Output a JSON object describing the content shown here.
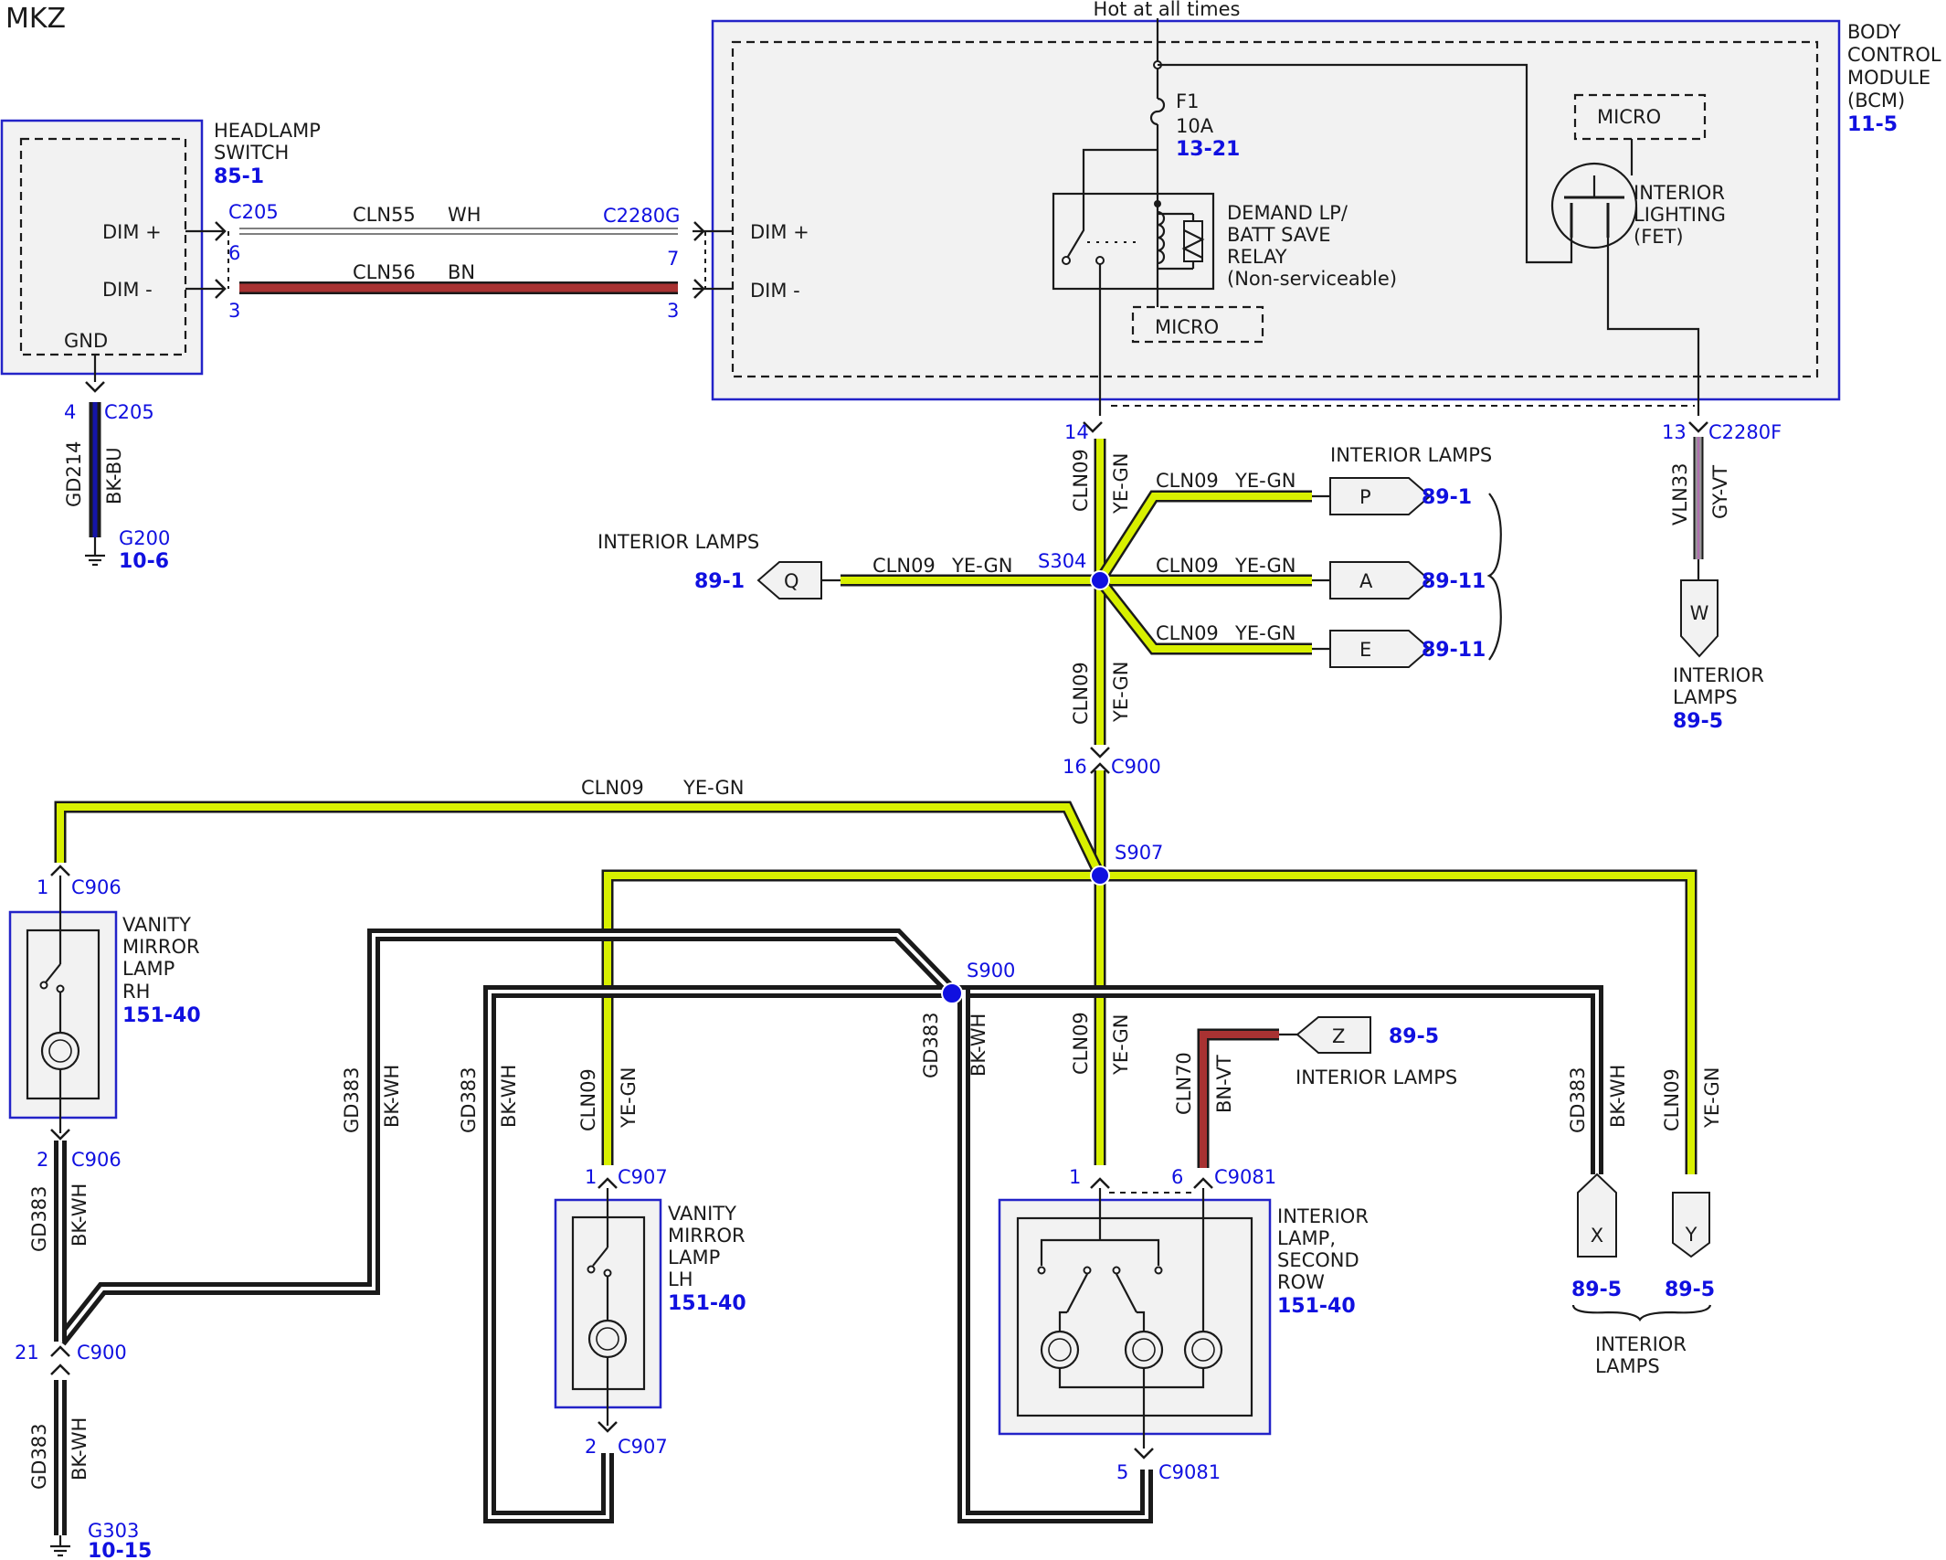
{
  "model": "MKZ",
  "hot_label": "Hot at all times",
  "bcm": {
    "l1": "BODY",
    "l2": "CONTROL",
    "l3": "MODULE",
    "l4": "(BCM)",
    "ref": "11-5"
  },
  "fuse": {
    "name": "F1",
    "rating": "10A",
    "ref": "13-21"
  },
  "relay": {
    "l1": "DEMAND LP/",
    "l2": "BATT SAVE",
    "l3": "RELAY",
    "l4": "(Non-serviceable)"
  },
  "micro": "MICRO",
  "fet": {
    "l1": "INTERIOR",
    "l2": "LIGHTING",
    "l3": "(FET)"
  },
  "headlamp": {
    "l1": "HEADLAMP",
    "l2": "SWITCH",
    "ref": "85-1",
    "dim_plus": "DIM +",
    "dim_minus": "DIM -",
    "gnd": "GND"
  },
  "wires": {
    "cln55": "CLN55",
    "wh": "WH",
    "cln56": "CLN56",
    "bn": "BN",
    "gd214": "GD214",
    "bkbu": "BK-BU",
    "cln09": "CLN09",
    "yegn": "YE-GN",
    "vln33": "VLN33",
    "gyvt": "GY-VT",
    "gd383": "GD383",
    "bkwh": "BK-WH",
    "cln70": "CLN70",
    "bnvt": "BN-VT"
  },
  "connectors": {
    "c205": "C205",
    "c2280g": "C2280G",
    "c2280f": "C2280F",
    "c900": "C900",
    "c906": "C906",
    "c907": "C907",
    "c9081": "C9081"
  },
  "pins": {
    "p6": "6",
    "p3": "3",
    "p7": "7",
    "p4": "4",
    "p14": "14",
    "p13": "13",
    "p16": "16",
    "p1": "1",
    "p2": "2",
    "p21": "21",
    "p5": "5"
  },
  "grounds": {
    "g200": "G200",
    "g200_ref": "10-6",
    "g303": "G303",
    "g303_ref": "10-15"
  },
  "splices": {
    "s304": "S304",
    "s907": "S907",
    "s900": "S900"
  },
  "interior_lamps": "INTERIOR LAMPS",
  "interior": "INTERIOR",
  "lamps": "LAMPS",
  "letters": {
    "p": "P",
    "q": "Q",
    "a": "A",
    "e": "E",
    "w": "W",
    "z": "Z",
    "x": "X",
    "y": "Y"
  },
  "refs": {
    "r89_1": "89-1",
    "r89_11": "89-11",
    "r89_5": "89-5"
  },
  "vanity_rh": {
    "l1": "VANITY",
    "l2": "MIRROR",
    "l3": "LAMP",
    "l4": "RH",
    "ref": "151-40"
  },
  "vanity_lh": {
    "l1": "VANITY",
    "l2": "MIRROR",
    "l3": "LAMP",
    "l4": "LH",
    "ref": "151-40"
  },
  "second_row": {
    "l1": "INTERIOR",
    "l2": "LAMP,",
    "l3": "SECOND",
    "l4": "ROW",
    "ref": "151-40"
  },
  "colors": {
    "blue": "#1010e0",
    "yegn": "#d8f000",
    "brown": "#a83232",
    "violet": "#b070b0"
  }
}
